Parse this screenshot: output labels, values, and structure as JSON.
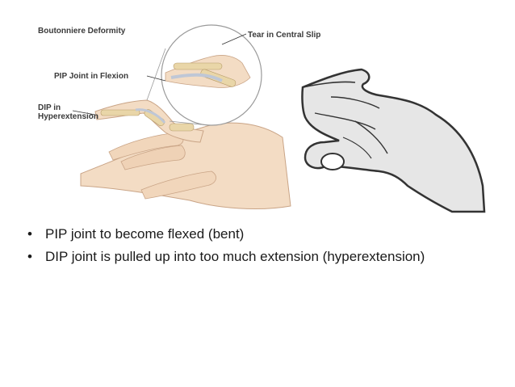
{
  "figure": {
    "title": "Boutonniere Deformity",
    "labels": {
      "tear": "Tear in Central Slip",
      "pip": "PIP Joint in Flexion",
      "dip_line1": "DIP in",
      "dip_line2": "Hyperextension"
    }
  },
  "bullets": [
    "PIP joint to become flexed (bent)",
    "DIP joint is pulled up into too much extension (hyperextension)"
  ],
  "colors": {
    "skin": "#f3dcc4",
    "skin_shade": "#e2b99a",
    "bone": "#e9d6a8",
    "tendon": "#bfc7d6",
    "sketch_fill": "#e6e6e6",
    "sketch_line": "#333333"
  }
}
